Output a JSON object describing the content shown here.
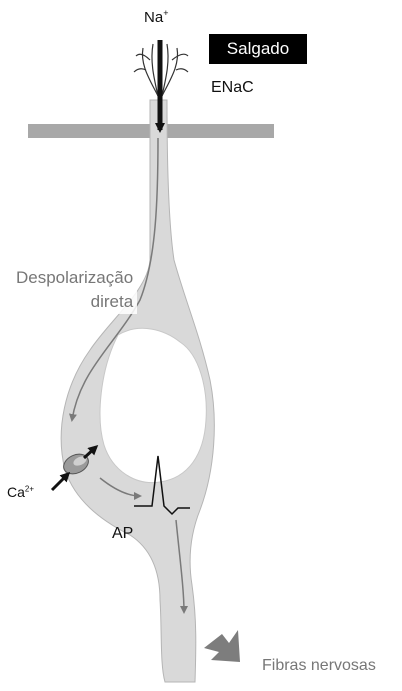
{
  "labels": {
    "sodium_ion": "Na",
    "sodium_charge": "+",
    "stimulus": "Salgado",
    "channel": "ENaC",
    "depolarization_line1": "Despolarização",
    "depolarization_line2": "direta",
    "calcium_ion": "Ca",
    "calcium_charge": "2+",
    "action_potential": "AP",
    "nerve_fibers": "Fibras nervosas"
  },
  "colors": {
    "cell_fill": "#d9d9d9",
    "cell_stroke": "#b5b5b5",
    "membrane": "#a8a8a8",
    "nucleus": "#ffffff",
    "arrow_dark": "#111111",
    "arrow_gray": "#7a7a7a",
    "stimulus_box": "#000000"
  },
  "icons": [
    "enac-channel-icon",
    "calcium-channel-icon",
    "action-potential-trace-icon",
    "nerve-output-arrow-icon"
  ]
}
